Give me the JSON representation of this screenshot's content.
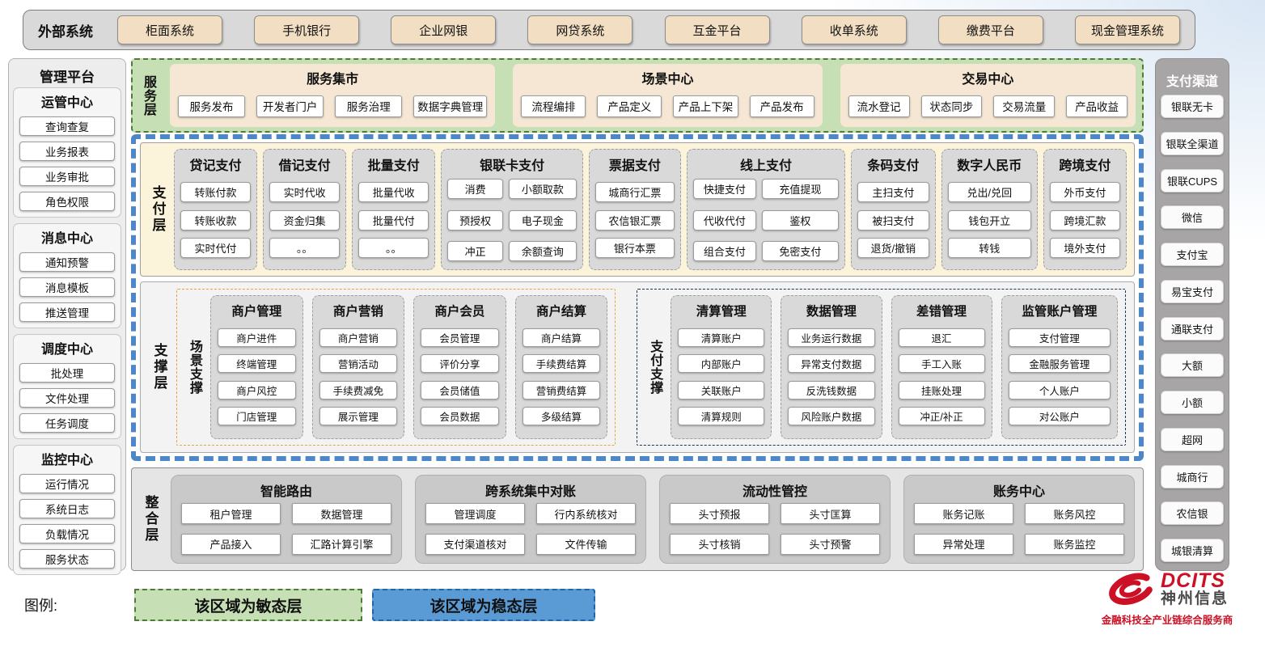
{
  "external_systems": {
    "label": "外部系统",
    "items": [
      "柜面系统",
      "手机银行",
      "企业网银",
      "网贷系统",
      "互金平台",
      "收单系统",
      "缴费平台",
      "现金管理系统"
    ]
  },
  "management_platform": {
    "title": "管理平台",
    "groups": [
      {
        "title": "运管中心",
        "items": [
          "查询查复",
          "业务报表",
          "业务审批",
          "角色权限"
        ]
      },
      {
        "title": "消息中心",
        "items": [
          "通知预警",
          "消息模板",
          "推送管理"
        ]
      },
      {
        "title": "调度中心",
        "items": [
          "批处理",
          "文件处理",
          "任务调度"
        ]
      },
      {
        "title": "监控中心",
        "items": [
          "运行情况",
          "系统日志",
          "负载情况",
          "服务状态"
        ]
      }
    ]
  },
  "service_layer": {
    "label": "服务层",
    "sections": [
      {
        "title": "服务集市",
        "items": [
          "服务发布",
          "开发者门户",
          "服务治理",
          "数据字典管理"
        ]
      },
      {
        "title": "场景中心",
        "items": [
          "流程编排",
          "产品定义",
          "产品上下架",
          "产品发布"
        ]
      },
      {
        "title": "交易中心",
        "items": [
          "流水登记",
          "状态同步",
          "交易流量",
          "产品收益"
        ]
      }
    ]
  },
  "payment_layer": {
    "label": "支付层",
    "sections": [
      {
        "title": "贷记支付",
        "cols": 1,
        "items": [
          "转账付款",
          "转账收款",
          "实时代付"
        ]
      },
      {
        "title": "借记支付",
        "cols": 1,
        "items": [
          "实时代收",
          "资金归集",
          "。。"
        ]
      },
      {
        "title": "批量支付",
        "cols": 1,
        "items": [
          "批量代收",
          "批量代付",
          "。。"
        ]
      },
      {
        "title": "银联卡支付",
        "cols": 2,
        "items": [
          "消费",
          "小额取款",
          "预授权",
          "电子现金",
          "冲正",
          "余额查询"
        ]
      },
      {
        "title": "票据支付",
        "cols": 1,
        "items": [
          "城商行汇票",
          "农信银汇票",
          "银行本票"
        ]
      },
      {
        "title": "线上支付",
        "cols": 2,
        "items": [
          "快捷支付",
          "充值提现",
          "代收代付",
          "鉴权",
          "组合支付",
          "免密支付"
        ]
      },
      {
        "title": "条码支付",
        "cols": 1,
        "items": [
          "主扫支付",
          "被扫支付",
          "退货/撤销"
        ]
      },
      {
        "title": "数字人民币",
        "cols": 1,
        "items": [
          "兑出/兑回",
          "钱包开立",
          "转钱"
        ]
      },
      {
        "title": "跨境支付",
        "cols": 1,
        "items": [
          "外币支付",
          "跨境汇款",
          "境外支付"
        ]
      }
    ]
  },
  "support_layer": {
    "label": "支撑层",
    "groups": [
      {
        "label": "场景支撑",
        "accent": "orange",
        "sections": [
          {
            "title": "商户管理",
            "items": [
              "商户进件",
              "终端管理",
              "商户风控",
              "门店管理"
            ]
          },
          {
            "title": "商户营销",
            "items": [
              "商户营销",
              "营销活动",
              "手续费减免",
              "展示管理"
            ]
          },
          {
            "title": "商户会员",
            "items": [
              "会员管理",
              "评价分享",
              "会员储值",
              "会员数据"
            ]
          },
          {
            "title": "商户结算",
            "items": [
              "商户结算",
              "手续费结算",
              "营销费结算",
              "多级结算"
            ]
          }
        ]
      },
      {
        "label": "支付支撑",
        "accent": "navy",
        "sections": [
          {
            "title": "清算管理",
            "items": [
              "清算账户",
              "内部账户",
              "关联账户",
              "清算规则"
            ]
          },
          {
            "title": "数据管理",
            "items": [
              "业务运行数据",
              "异常支付数据",
              "反洗钱数据",
              "风险账户数据"
            ]
          },
          {
            "title": "差错管理",
            "items": [
              "退汇",
              "手工入账",
              "挂账处理",
              "冲正/补正"
            ]
          },
          {
            "title": "监管账户管理",
            "items": [
              "支付管理",
              "金融服务管理",
              "个人账户",
              "对公账户"
            ]
          }
        ]
      }
    ]
  },
  "integration_layer": {
    "label": "整合层",
    "sections": [
      {
        "title": "智能路由",
        "items": [
          "租户管理",
          "数据管理",
          "产品接入",
          "汇路计算引擎"
        ]
      },
      {
        "title": "跨系统集中对账",
        "items": [
          "管理调度",
          "行内系统核对",
          "支付渠道核对",
          "文件传输"
        ]
      },
      {
        "title": "流动性管控",
        "items": [
          "头寸预报",
          "头寸匡算",
          "头寸核销",
          "头寸预警"
        ]
      },
      {
        "title": "账务中心",
        "items": [
          "账务记账",
          "账务风控",
          "异常处理",
          "账务监控"
        ]
      }
    ]
  },
  "payment_channels": {
    "title": "支付渠道",
    "items": [
      "银联无卡",
      "银联全渠道",
      "银联CUPS",
      "微信",
      "支付宝",
      "易宝支付",
      "通联支付",
      "大额",
      "小额",
      "超网",
      "城商行",
      "农信银",
      "城银清算"
    ]
  },
  "legend": {
    "label": "图例:",
    "agile": "该区域为敏态层",
    "stable": "该区域为稳态层"
  },
  "logo": {
    "name": "DCITS",
    "company": "神州信息",
    "tagline": "金融科技全产业链综合服务商"
  },
  "colors": {
    "green-bg": "#c6dfb5",
    "green-border": "#4e7a3a",
    "blue-border": "#4e87c5",
    "cream-bg": "#fbf3da",
    "tan-bg": "#f5e7d3",
    "orange": "#e8a33d",
    "navy": "#17365d",
    "legend-blue": "#5b9bd5",
    "logo-red": "#cc1126"
  }
}
